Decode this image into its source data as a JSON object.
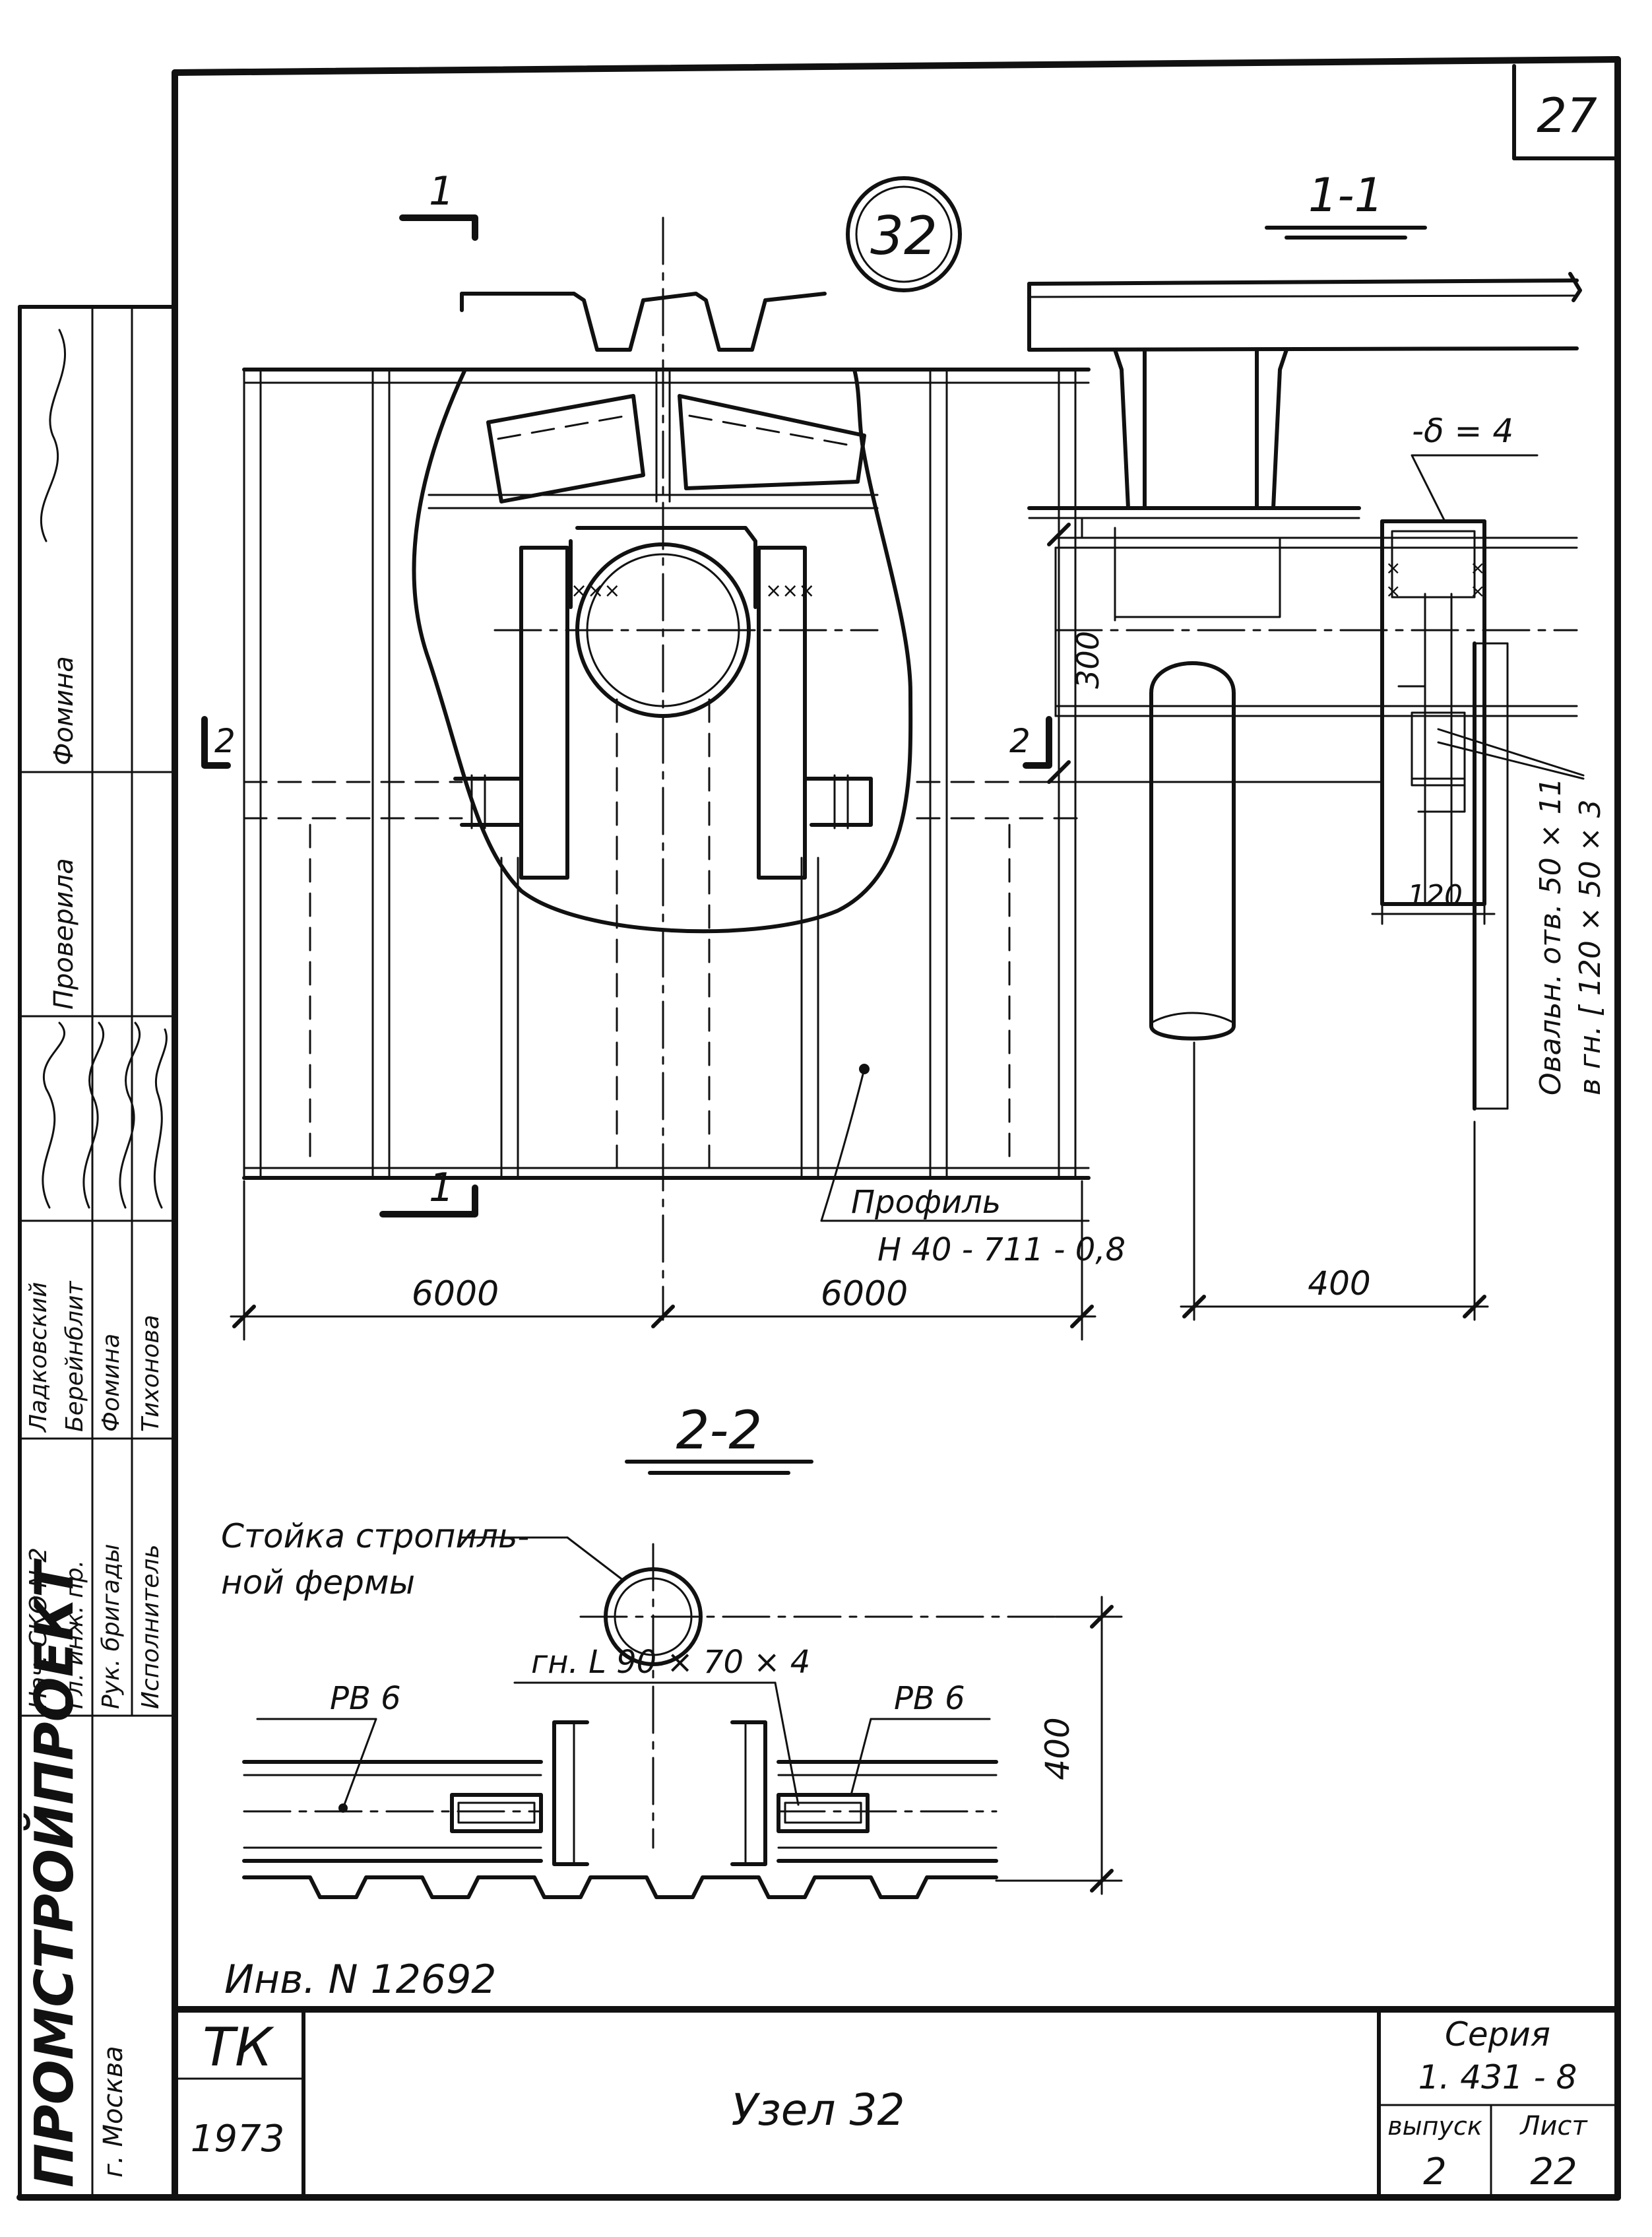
{
  "sheet": {
    "sheet_number": "27",
    "node_badge": "32",
    "inventory_number": "Инв. N 12692"
  },
  "views": {
    "section_1_1": {
      "title": "1-1"
    },
    "section_2_2": {
      "title": "2-2"
    },
    "cut_1": "1",
    "cut_2": "2"
  },
  "annotations": {
    "profile_label": "Профиль",
    "profile_spec": "Н 40 - 711 - 0,8",
    "dim_6000_left": "6000",
    "dim_6000_right": "6000",
    "dim_400_h": "400",
    "dim_300": "300",
    "dim_120": "120",
    "plate_thickness": "-δ = 4",
    "oval_hole_line1": "Овальн. отв. 50 × 11",
    "oval_hole_line2": "в гн. [ 120 × 50 × 3",
    "truss_post_line1": "Стойка стропиль-",
    "truss_post_line2": "ной фермы",
    "bent_angle": "гн. L 90 × 70 × 4",
    "ps_left": "РВ 6",
    "ps_right": "РВ 6",
    "dim_400_v": "400"
  },
  "title_block": {
    "org_name": "ПРОМСТРОЙПРОЕКТ",
    "org_city": "г. Москва",
    "code": "ТК",
    "year": "1973",
    "drawing_title": "Узел 32",
    "series_label": "Серия",
    "series_number": "1. 431 - 8",
    "issue_label": "выпуск",
    "sheet_label": "Лист",
    "issue_value": "2",
    "sheet_value": "22"
  },
  "staff": {
    "roles": [
      "Нач. СКО N 2",
      "Гл. инж. пр.",
      "Рук. бригады",
      "Исполнитель"
    ],
    "names": [
      "Ладковский",
      "Берейнблит",
      "Фомина",
      "Тихонова"
    ],
    "check_roles": [
      "Проверила",
      "Фомина"
    ]
  }
}
